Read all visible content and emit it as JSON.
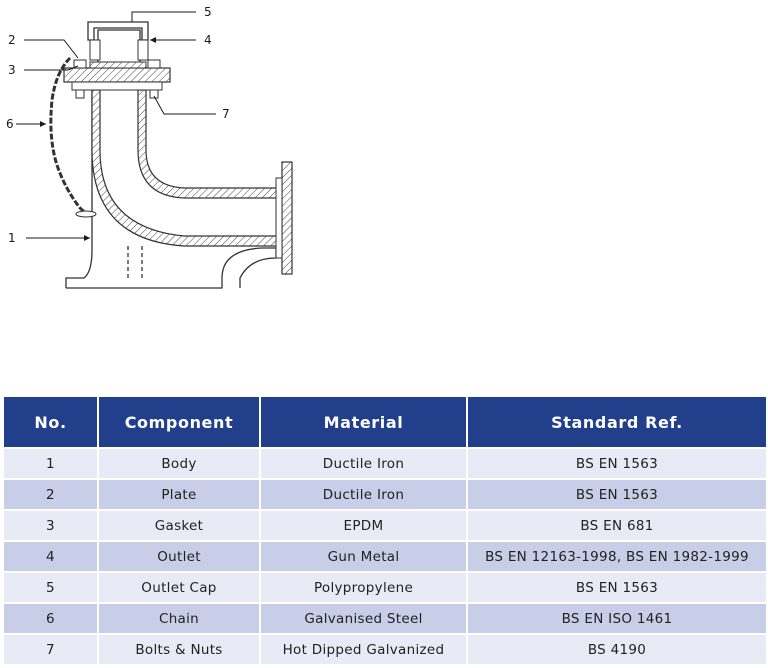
{
  "diagram": {
    "callouts": [
      "1",
      "2",
      "3",
      "4",
      "5",
      "6",
      "7"
    ]
  },
  "table": {
    "headers": [
      "No.",
      "Component",
      "Material",
      "Standard Ref."
    ],
    "rows": [
      [
        "1",
        "Body",
        "Ductile Iron",
        "BS EN 1563"
      ],
      [
        "2",
        "Plate",
        "Ductile Iron",
        "BS EN 1563"
      ],
      [
        "3",
        "Gasket",
        "EPDM",
        "BS EN 681"
      ],
      [
        "4",
        "Outlet",
        "Gun Metal",
        "BS EN 12163-1998, BS EN 1982-1999"
      ],
      [
        "5",
        "Outlet Cap",
        "Polypropylene",
        "BS EN 1563"
      ],
      [
        "6",
        "Chain",
        "Galvanised Steel",
        "BS EN ISO 1461"
      ],
      [
        "7",
        "Bolts & Nuts",
        "Hot Dipped Galvanized",
        "BS 4190"
      ]
    ]
  },
  "colors": {
    "header_bg": "#213f8b",
    "row_light": "#e8ebf5",
    "row_dark": "#c8cde8"
  }
}
